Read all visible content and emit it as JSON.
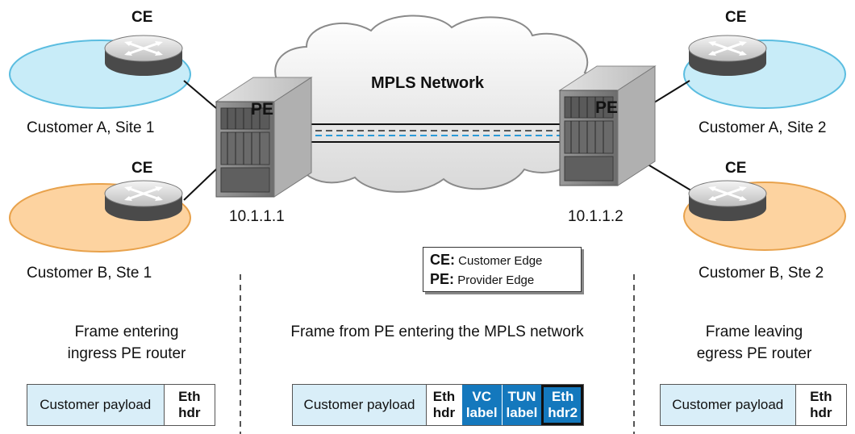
{
  "network": {
    "title": "MPLS Network",
    "ce_label": "CE",
    "pe_label": "PE",
    "pe_left_ip": "10.1.1.1",
    "pe_right_ip": "10.1.1.2"
  },
  "sites": {
    "a1": "Customer A, Site 1",
    "b1": "Customer B, Ste 1",
    "a2": "Customer A, Site 2",
    "b2": "Customer B, Ste 2"
  },
  "legend": {
    "ce_key": "CE:",
    "ce_text": "Customer Edge",
    "pe_key": "PE:",
    "pe_text": "Provider Edge"
  },
  "captions": {
    "left_line1": "Frame entering",
    "left_line2": "ingress PE router",
    "middle": "Frame from PE entering the MPLS network",
    "right_line1": "Frame leaving",
    "right_line2": "egress PE router"
  },
  "frames": {
    "left": {
      "payload": "Customer payload",
      "eth1": "Eth",
      "eth2": "hdr"
    },
    "middle": {
      "payload": "Customer payload",
      "eth1": "Eth",
      "eth2": "hdr",
      "vc1": "VC",
      "vc2": "label",
      "tun1": "TUN",
      "tun2": "label",
      "eth2_1": "Eth",
      "eth2_2": "hdr2"
    },
    "right": {
      "payload": "Customer payload",
      "eth1": "Eth",
      "eth2": "hdr"
    }
  },
  "colors": {
    "site_a": "#c8ecf8",
    "site_b": "#fdd3a0",
    "label_blue": "#1478bd",
    "payload_bg": "#d9eef8"
  }
}
